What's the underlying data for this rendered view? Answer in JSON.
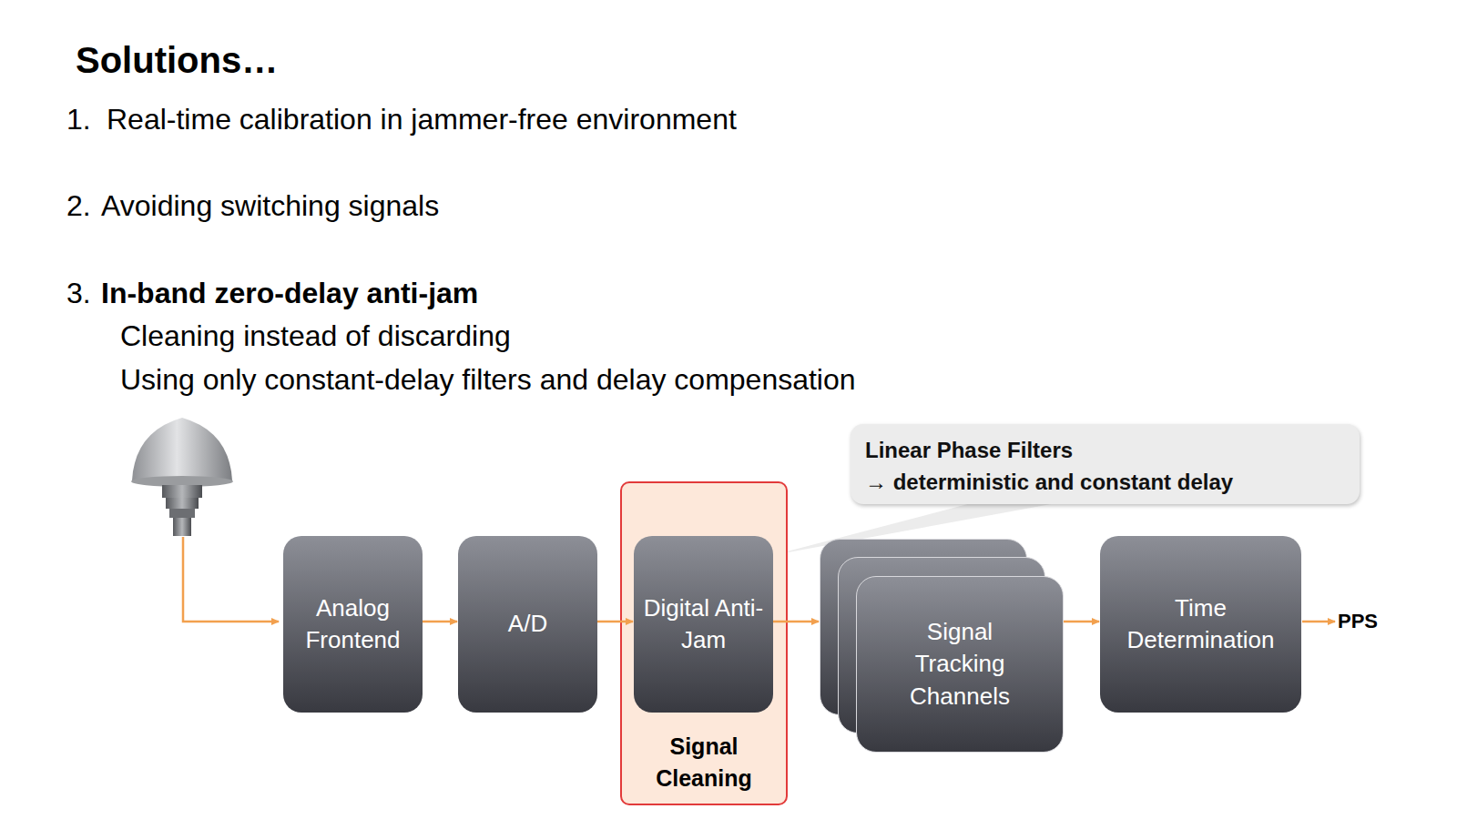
{
  "diagram": {
    "title": "Solutions…",
    "nodes": [
      {
        "text": [
          "Signal Cleaning"
        ]
      },
      {
        "text": [
          "Analog Frontend"
        ]
      },
      {
        "text": [
          "A/D"
        ]
      },
      {
        "text": [
          "Digital Anti-Jam"
        ],
        "in": 0
      },
      {
        "text": [
          "Linear Phase Filters",
          "→ deterministic and constant delay"
        ]
      },
      {
        "text": [
          "Signal Tracking Channels"
        ]
      },
      {
        "text": [
          "Time Determination"
        ]
      }
    ],
    "edges": [
      {
        "from": 1,
        "to": 2,
        "arrow": "to"
      },
      {
        "from": 2,
        "to": 3,
        "arrow": "to"
      },
      {
        "from": 3,
        "to": 5,
        "arrow": "to"
      },
      {
        "from": 5,
        "to": 6,
        "arrow": "to"
      }
    ],
    "labels": [
      "1.",
      "Real-time calibration in jammer-free environment",
      "2.",
      "Avoiding switching signals",
      "3.",
      "In-band zero-delay anti-jam",
      "Cleaning instead of discarding",
      "Using only constant-delay filters and delay compensation",
      "PPS"
    ]
  }
}
